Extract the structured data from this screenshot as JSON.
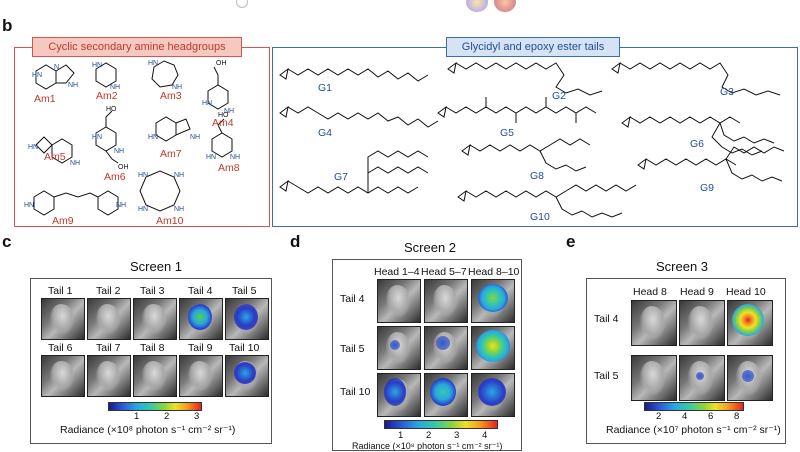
{
  "panel_b": {
    "letter": "b",
    "amine_title": "Cyclic secondary amine headgroups",
    "amines": [
      "Am1",
      "Am2",
      "Am3",
      "Am4",
      "Am5",
      "Am6",
      "Am7",
      "Am8",
      "Am9",
      "Am10"
    ],
    "tail_title": "Glycidyl and epoxy ester tails",
    "tails": [
      "G1",
      "G2",
      "G3",
      "G4",
      "G5",
      "G6",
      "G7",
      "G8",
      "G9",
      "G10"
    ]
  },
  "panel_c": {
    "letter": "c",
    "title": "Screen 1",
    "row1": [
      "Tail 1",
      "Tail 2",
      "Tail 3",
      "Tail 4",
      "Tail 5"
    ],
    "row2": [
      "Tail 6",
      "Tail 7",
      "Tail 8",
      "Tail 9",
      "Tail 10"
    ],
    "ticks": [
      "1",
      "2",
      "3"
    ],
    "radiance": "Radiance (×10⁸ photon s⁻¹ cm⁻² sr⁻¹)"
  },
  "panel_d": {
    "letter": "d",
    "title": "Screen 2",
    "cols": [
      "Head 1–4",
      "Head 5–7",
      "Head 8–10"
    ],
    "rows": [
      "Tail 4",
      "Tail 5",
      "Tail 10"
    ],
    "ticks": [
      "1",
      "2",
      "3",
      "4"
    ],
    "radiance": "Radiance (×10⁸ photon s⁻¹ cm⁻² sr⁻¹)"
  },
  "panel_e": {
    "letter": "e",
    "title": "Screen 3",
    "cols": [
      "Head 8",
      "Head 9",
      "Head 10"
    ],
    "rows": [
      "Tail 4",
      "Tail 5"
    ],
    "ticks": [
      "2",
      "4",
      "6",
      "8"
    ],
    "radiance": "Radiance (×10⁷ photon s⁻¹ cm⁻² sr⁻¹)"
  },
  "colors": {
    "amine": "#c0392b",
    "tail": "#1f4f96",
    "red_border": "#d9534f",
    "blue_border": "#3a6db5"
  }
}
